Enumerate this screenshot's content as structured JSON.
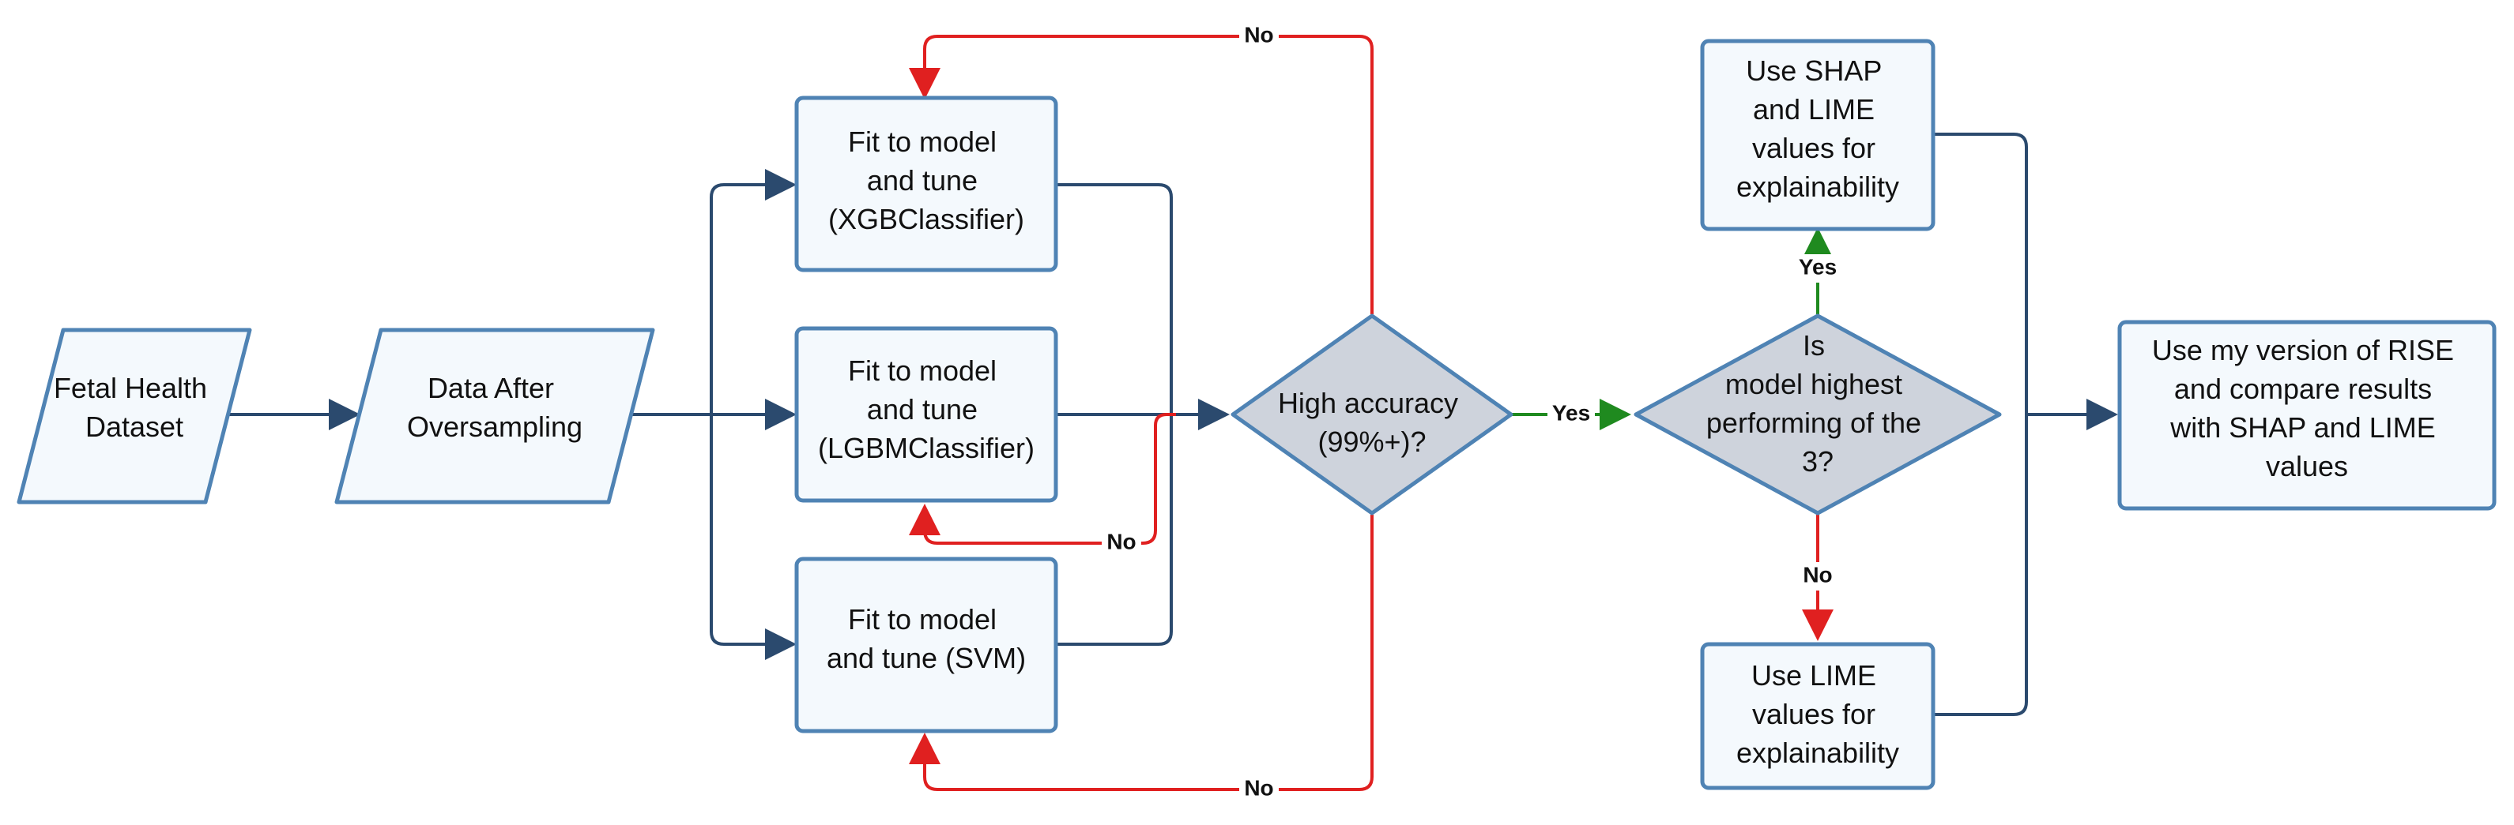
{
  "nodes": {
    "fetal": {
      "lines": [
        "Fetal Health",
        "Dataset"
      ]
    },
    "oversampling": {
      "lines": [
        "Data After",
        "Oversampling"
      ]
    },
    "xgb": {
      "lines": [
        "Fit to model",
        "and tune",
        "(XGBClassifier)"
      ]
    },
    "lgbm": {
      "lines": [
        "Fit to model",
        "and tune",
        "(LGBMClassifier)"
      ]
    },
    "svm": {
      "lines": [
        "Fit to model",
        "and tune (SVM)"
      ]
    },
    "accuracy": {
      "lines": [
        "High accuracy",
        "(99%+)?"
      ]
    },
    "highest": {
      "lines": [
        "Is",
        "model highest",
        "performing of the",
        "3?"
      ]
    },
    "shap_lime": {
      "lines": [
        "Use SHAP",
        "and LIME",
        "values for",
        "explainability"
      ]
    },
    "lime": {
      "lines": [
        "Use LIME",
        "values for",
        "explainability"
      ]
    },
    "rise": {
      "lines": [
        "Use my version of RISE",
        "and compare results",
        "with SHAP and LIME",
        "values"
      ]
    }
  },
  "edge_labels": {
    "no_top": "No",
    "no_mid": "No",
    "no_bottom": "No",
    "yes_right": "Yes",
    "yes_up": "Yes",
    "no_down": "No"
  },
  "colors": {
    "node_fill": "#f4f9fd",
    "node_border": "#4f83b4",
    "decision_fill": "#ced3dc",
    "main_arrow": "#2b4a6e",
    "no_arrow": "#e02020",
    "yes_arrow": "#1f8a1f"
  }
}
